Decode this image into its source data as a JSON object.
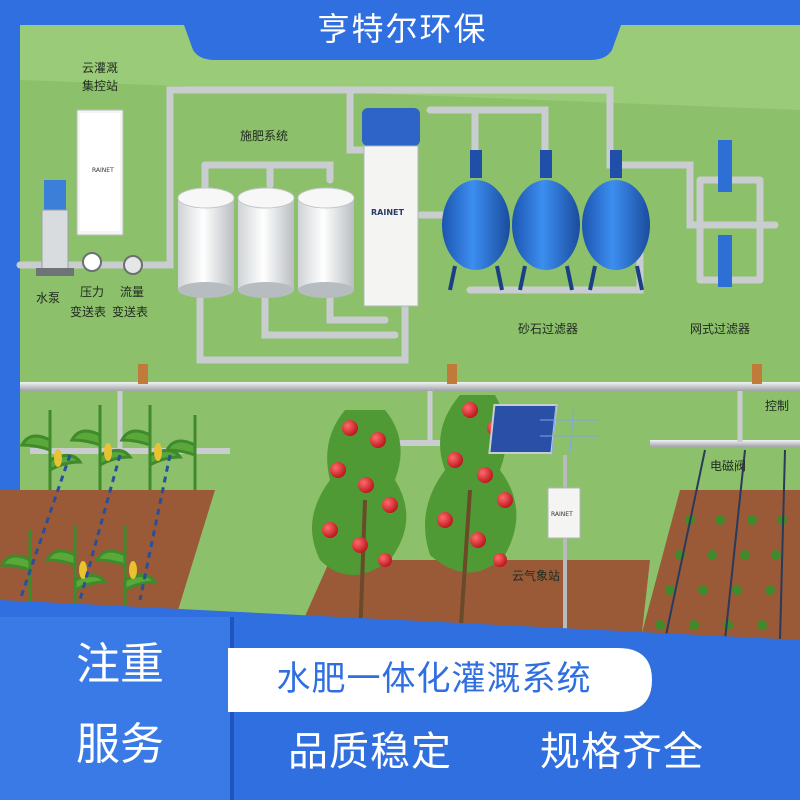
{
  "header": {
    "title": "亨特尔环保"
  },
  "diagram": {
    "labels": {
      "control_station": [
        "云灌溉",
        "集控站"
      ],
      "fertilizer_system": "施肥系统",
      "water_pump": "水泵",
      "pressure_transmitter": [
        "压力",
        "变送表"
      ],
      "flow_transmitter": [
        "流量",
        "变送表"
      ],
      "sand_filter": "砂石过滤器",
      "screen_filter": "网式过滤器",
      "controller": "控制",
      "solenoid_valve": "电磁阀",
      "weather_station": "云气象站",
      "brand": "RAINET"
    }
  },
  "banner": {
    "text": "水肥一体化灌溉系统"
  },
  "left_box": {
    "line1": "注重",
    "line2": "服务"
  },
  "taglines": {
    "quality": "品质稳定",
    "specs": "规格齐全"
  },
  "colors": {
    "brand_blue": "#2f6fe0",
    "field_green": "#8cc06a",
    "soil_brown": "#9a5a38",
    "tank_blue": "#2b6fd6",
    "tomato_red": "#d8262b"
  }
}
